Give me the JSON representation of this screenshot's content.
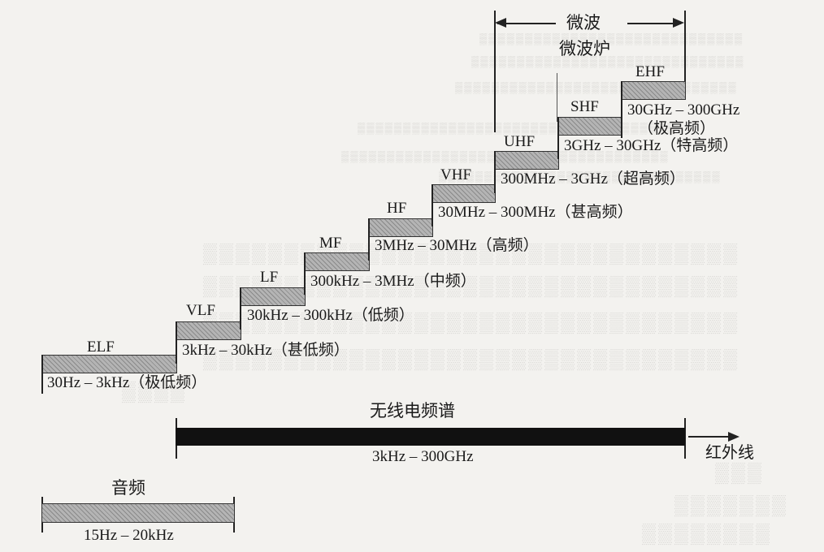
{
  "microwave": {
    "label1": "微波",
    "label2": "微波炉"
  },
  "bands": [
    {
      "name": "ELF",
      "range": "30Hz – 3kHz（极低频）"
    },
    {
      "name": "VLF",
      "range": "3kHz – 30kHz（甚低频）"
    },
    {
      "name": "LF",
      "range": "30kHz – 300kHz（低频）"
    },
    {
      "name": "MF",
      "range": "300kHz – 3MHz（中频）"
    },
    {
      "name": "HF",
      "range": "3MHz – 30MHz（高频）"
    },
    {
      "name": "VHF",
      "range": "30MHz – 300MHz（甚高频）"
    },
    {
      "name": "UHF",
      "range": "300MHz – 3GHz（超高频）"
    },
    {
      "name": "SHF",
      "range": "3GHz – 30GHz（特高频）"
    },
    {
      "name": "EHF",
      "range": "30GHz – 300GHz",
      "range2": "（极高频）"
    }
  ],
  "radio_spectrum": {
    "title": "无线电频谱",
    "range": "3kHz – 300GHz",
    "arrow_label": "红外线"
  },
  "audio": {
    "title": "音频",
    "range": "15Hz – 20kHz"
  }
}
